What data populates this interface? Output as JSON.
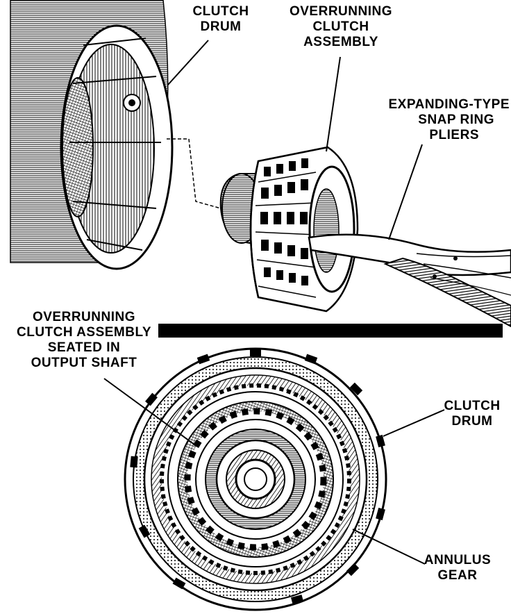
{
  "labels": {
    "clutch_drum_top": [
      "CLUTCH",
      "DRUM"
    ],
    "overrunning_clutch_assembly": [
      "OVERRUNNING",
      "CLUTCH",
      "ASSEMBLY"
    ],
    "snap_ring_pliers": [
      "EXPANDING-TYPE",
      "SNAP RING",
      "PLIERS"
    ],
    "overrunning_seated": [
      "OVERRUNNING",
      "CLUTCH ASSEMBLY",
      "SEATED IN",
      "OUTPUT SHAFT"
    ],
    "clutch_drum_bottom": [
      "CLUTCH",
      "DRUM"
    ],
    "annulus_gear": [
      "ANNULUS",
      "GEAR"
    ]
  },
  "colors": {
    "ink": "#000000",
    "paper": "#ffffff",
    "shade": "#6b6b6b"
  }
}
